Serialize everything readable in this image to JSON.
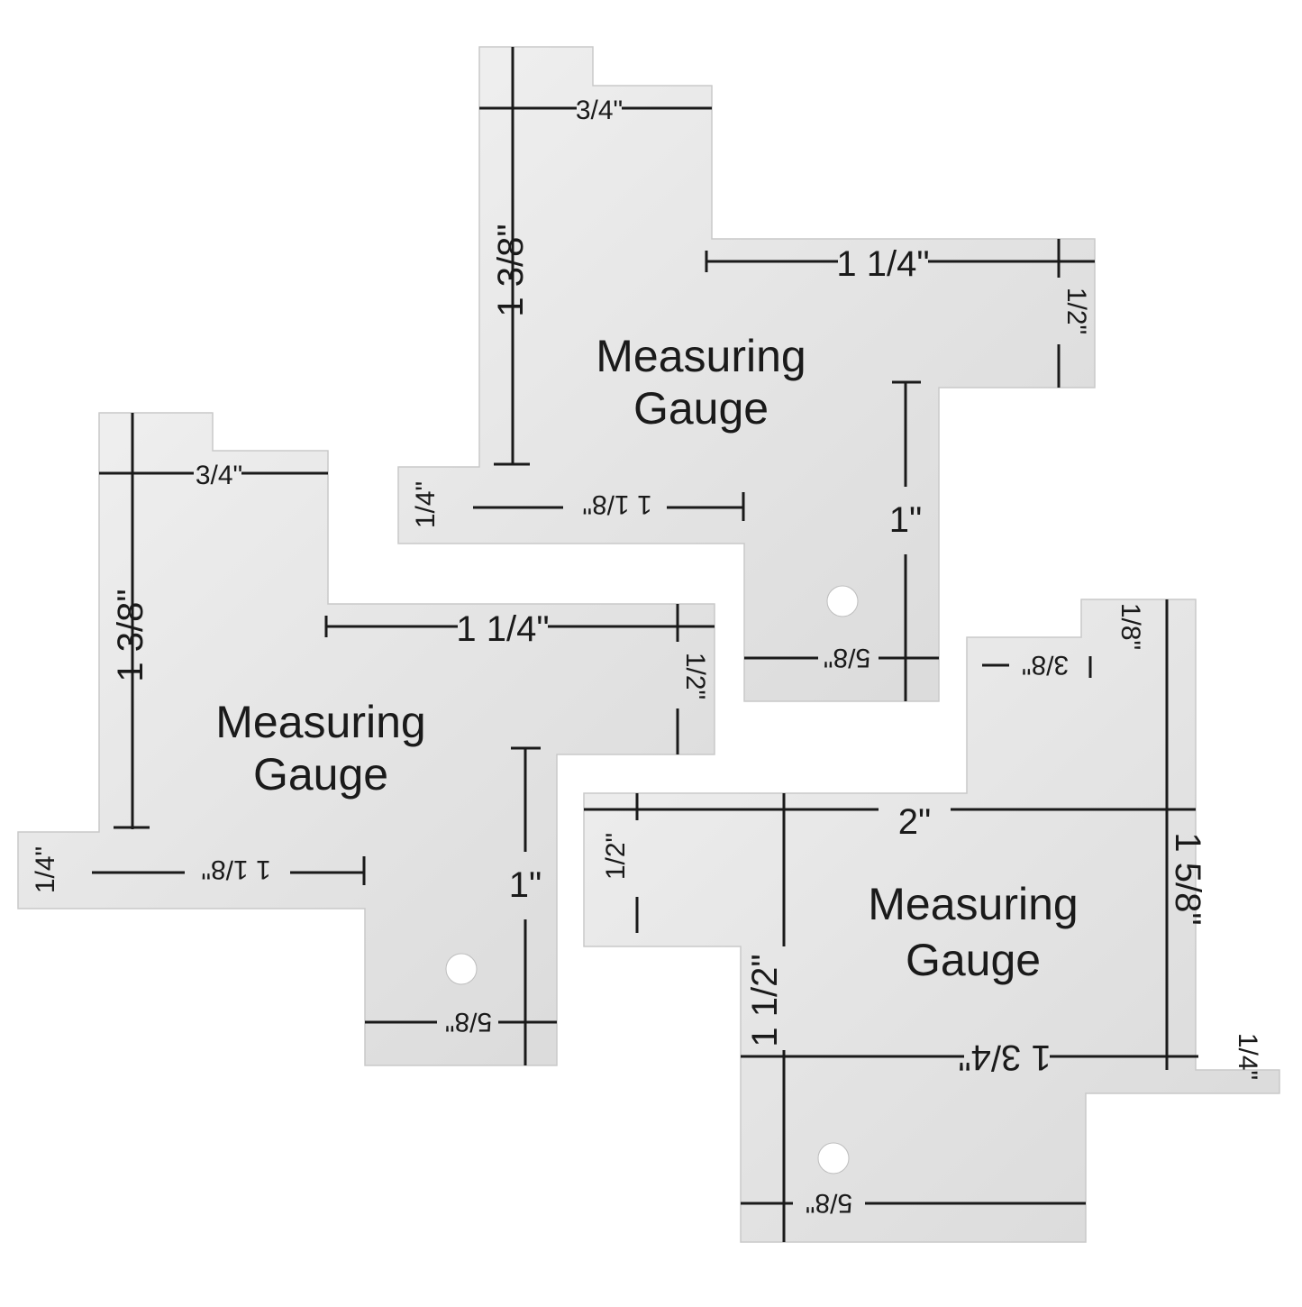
{
  "colors": {
    "background": "#ffffff",
    "plate": "#e8e8e8",
    "ink": "#1a1a1a"
  },
  "gauges": [
    {
      "title_line1": "Measuring",
      "title_line2": "Gauge",
      "marks": [
        "3/4\"",
        "1 3/8\"",
        "1 1/4\"",
        "1/2\"",
        "1\"",
        "1/4\"",
        "1 1/8\"",
        "5/8\""
      ]
    },
    {
      "title_line1": "Measuring",
      "title_line2": "Gauge",
      "marks": [
        "3/4\"",
        "1 3/8\"",
        "1 1/4\"",
        "1/2\"",
        "1\"",
        "1/4\"",
        "1 1/8\"",
        "5/8\""
      ]
    },
    {
      "title_line1": "Measuring",
      "title_line2": "Gauge",
      "marks": [
        "2\"",
        "1/2\"",
        "3/8\"",
        "1/8\"",
        "1 5/8\"",
        "1 1/2\"",
        "1 3/4\"",
        "1/4\"",
        "5/8\""
      ]
    }
  ]
}
